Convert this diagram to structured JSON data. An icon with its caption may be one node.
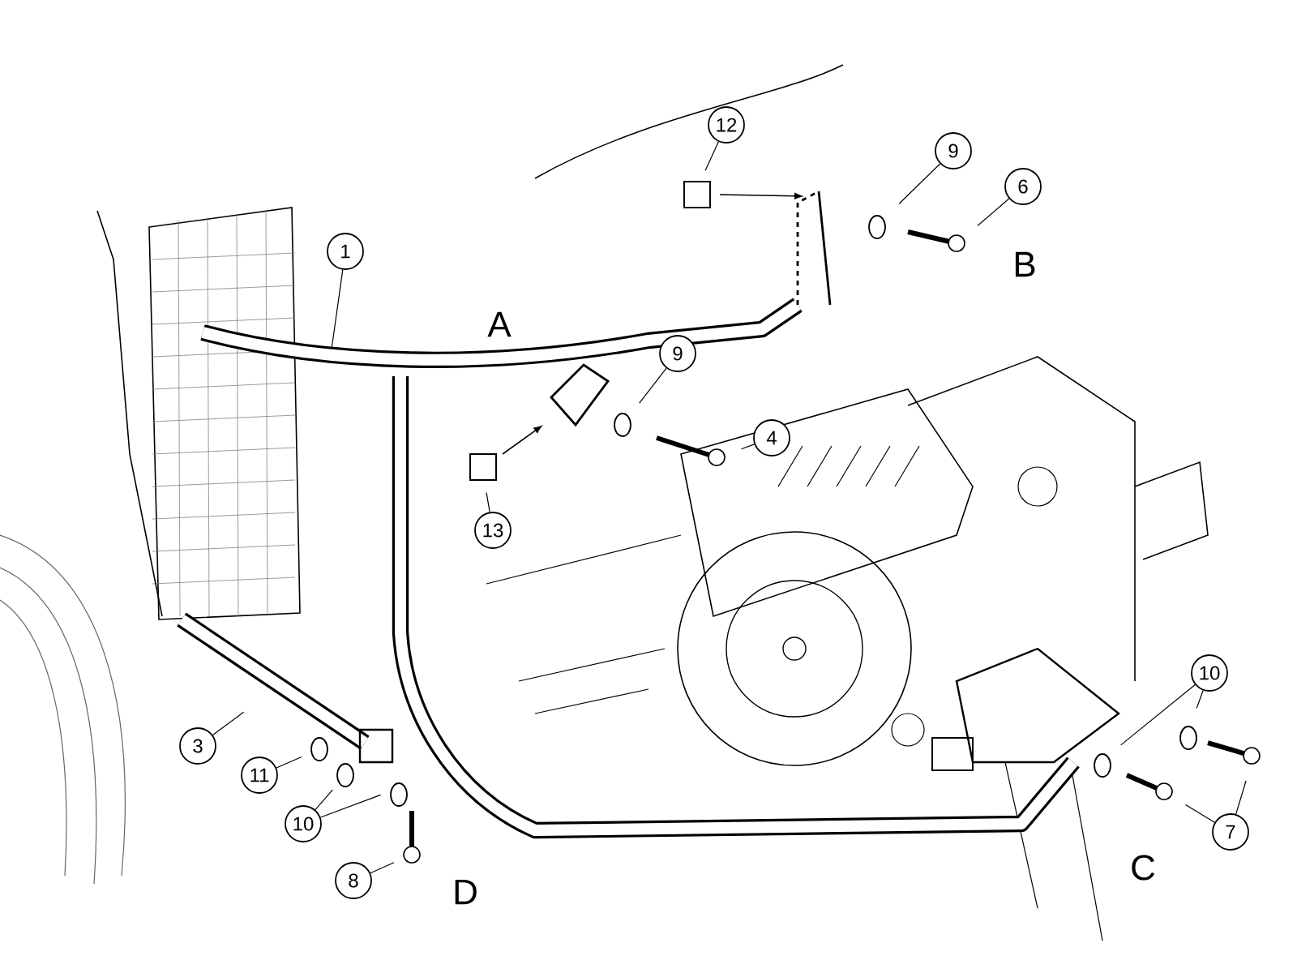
{
  "diagram": {
    "nodes": [
      {
        "text": [
          "12"
        ]
      },
      {
        "text": [
          "9"
        ]
      },
      {
        "text": [
          "6"
        ]
      },
      {
        "text": [
          "1"
        ]
      },
      {
        "text": [
          "9"
        ]
      },
      {
        "text": [
          "4"
        ]
      },
      {
        "text": [
          "13"
        ]
      },
      {
        "text": [
          "10"
        ]
      },
      {
        "text": [
          "3"
        ]
      },
      {
        "text": [
          "11"
        ]
      },
      {
        "text": [
          "10"
        ]
      },
      {
        "text": [
          "7"
        ]
      },
      {
        "text": [
          "8"
        ]
      }
    ],
    "edges": [
      {
        "from": 0,
        "to": null,
        "arrow": "none"
      },
      {
        "from": 1,
        "to": null,
        "arrow": "none"
      },
      {
        "from": 2,
        "to": null,
        "arrow": "none"
      },
      {
        "from": 3,
        "to": null,
        "arrow": "none"
      },
      {
        "from": 4,
        "to": null,
        "arrow": "none"
      },
      {
        "from": 5,
        "to": null,
        "arrow": "none"
      },
      {
        "from": 6,
        "to": null,
        "arrow": "none"
      },
      {
        "from": 7,
        "to": null,
        "arrow": "none"
      },
      {
        "from": 7,
        "to": null,
        "arrow": "none"
      },
      {
        "from": 8,
        "to": null,
        "arrow": "none"
      },
      {
        "from": 9,
        "to": null,
        "arrow": "none"
      },
      {
        "from": 10,
        "to": null,
        "arrow": "none"
      },
      {
        "from": 10,
        "to": null,
        "arrow": "none"
      },
      {
        "from": 11,
        "to": null,
        "arrow": "none"
      },
      {
        "from": 11,
        "to": null,
        "arrow": "none"
      },
      {
        "from": 12,
        "to": null,
        "arrow": "none"
      }
    ],
    "labels": [
      "B",
      "A",
      "C",
      "D"
    ]
  }
}
